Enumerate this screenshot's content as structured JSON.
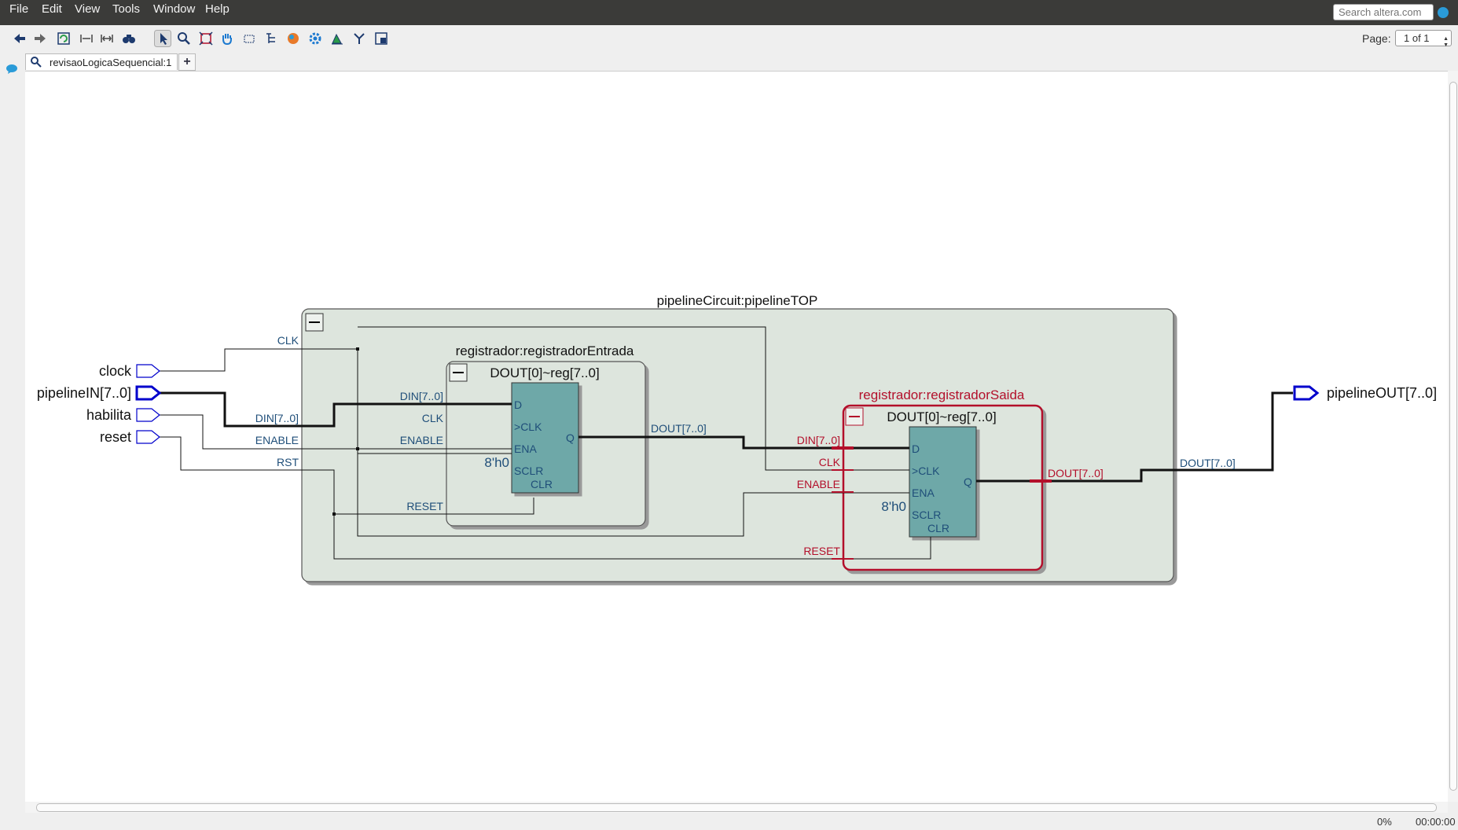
{
  "menu": {
    "file": "File",
    "edit": "Edit",
    "view": "View",
    "tools": "Tools",
    "window": "Window",
    "help": "Help"
  },
  "search": {
    "placeholder": "Search altera.com"
  },
  "toolbar": {
    "page_label": "Page:",
    "page_value": "1 of 1"
  },
  "tab": {
    "label": "revisaoLogicaSequencial:1",
    "add": "+"
  },
  "colors": {
    "block_fill": "#dde5dd",
    "reg_fill": "#6ea8a8",
    "wire": "#111111",
    "label_blue": "#1f4e79",
    "port_blue": "#0000cc",
    "highlight": "#b3102b"
  },
  "schematic": {
    "inputs": [
      {
        "label": "clock"
      },
      {
        "label": "pipelineIN[7..0]"
      },
      {
        "label": "habilita"
      },
      {
        "label": "reset"
      }
    ],
    "output": {
      "label": "pipelineOUT[7..0]"
    },
    "top": {
      "title": "pipelineCircuit:pipelineTOP",
      "ports": {
        "clk": "CLK",
        "din": "DIN[7..0]",
        "enable": "ENABLE",
        "rst": "RST",
        "dout": "DOUT[7..0]"
      }
    },
    "reg_in": {
      "title": "registrador:registradorEntrada",
      "subtitle": "DOUT[0]~reg[7..0]",
      "ports": {
        "din": "DIN[7..0]",
        "clk": "CLK",
        "enable": "ENABLE",
        "reset": "RESET",
        "dout": "DOUT[7..0]"
      },
      "ff": {
        "d": "D",
        "clk": "CLK",
        "ena": "ENA",
        "sclr": "SCLR",
        "clr": "CLR",
        "q": "Q",
        "const": "8'h0"
      }
    },
    "reg_out": {
      "title": "registrador:registradorSaida",
      "subtitle": "DOUT[0]~reg[7..0]",
      "ports": {
        "din": "DIN[7..0]",
        "clk": "CLK",
        "enable": "ENABLE",
        "reset": "RESET",
        "dout": "DOUT[7..0]"
      },
      "ff": {
        "d": "D",
        "clk": "CLK",
        "ena": "ENA",
        "sclr": "SCLR",
        "clr": "CLR",
        "q": "Q",
        "const": "8'h0"
      }
    }
  },
  "status": {
    "progress": "0%",
    "time": "00:00:00"
  }
}
